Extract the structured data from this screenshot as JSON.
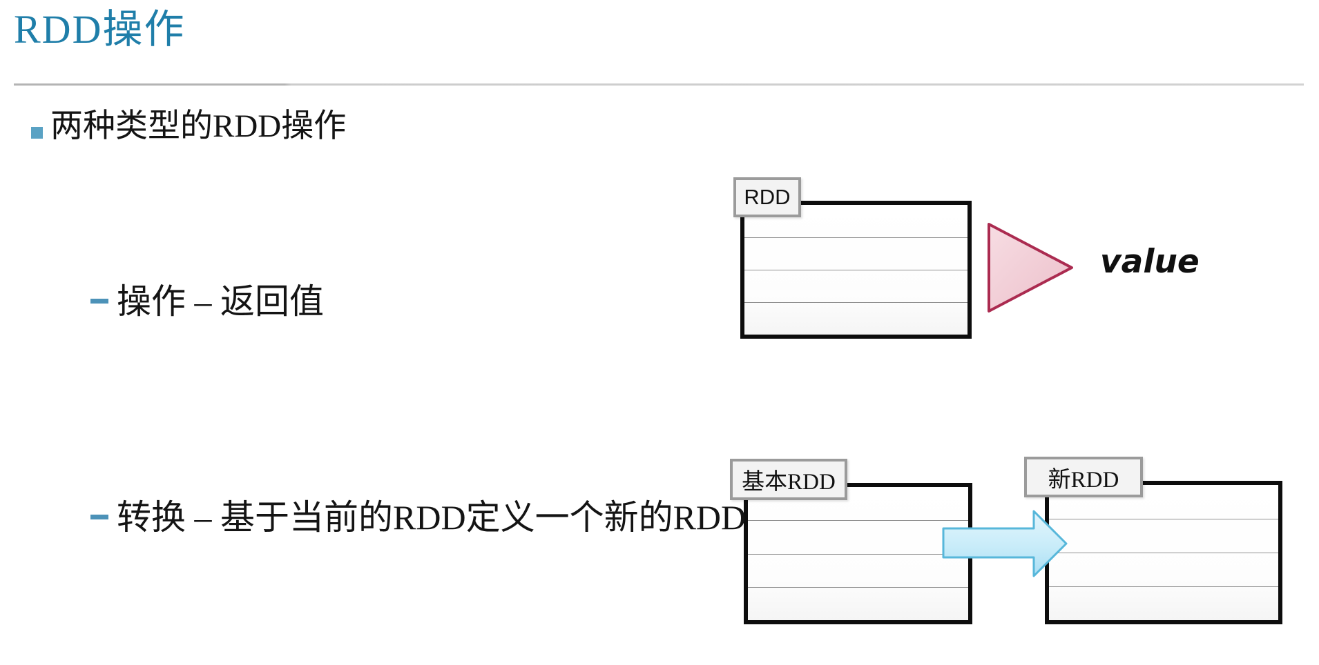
{
  "slide": {
    "title": "RDD操作",
    "bullet": "两种类型的RDD操作",
    "sub_bullets": [
      {
        "text": "操作 – 返回值"
      },
      {
        "text": "转换 – 基于当前的RDD定义一个新的RDD"
      }
    ]
  },
  "diagram_action": {
    "rdd_label": "RDD",
    "value_label": "value"
  },
  "diagram_transform": {
    "base_rdd_label": "基本RDD",
    "new_rdd_label": "新RDD"
  },
  "colors": {
    "title": "#1f7ea9",
    "bullet_square": "#5aa2c4",
    "sub_dash": "#4c92b8",
    "box_border": "#0d0d0d",
    "label_border": "#9b9b9b",
    "label_fill": "#f3f3f3",
    "triangle_border": "#ab2b50",
    "triangle_fill_light": "#f7dde3",
    "triangle_fill_dark": "#ecbfca",
    "arrow_border": "#57b7da",
    "arrow_fill_light": "#e3f5fc",
    "arrow_fill_dark": "#a9def4"
  }
}
